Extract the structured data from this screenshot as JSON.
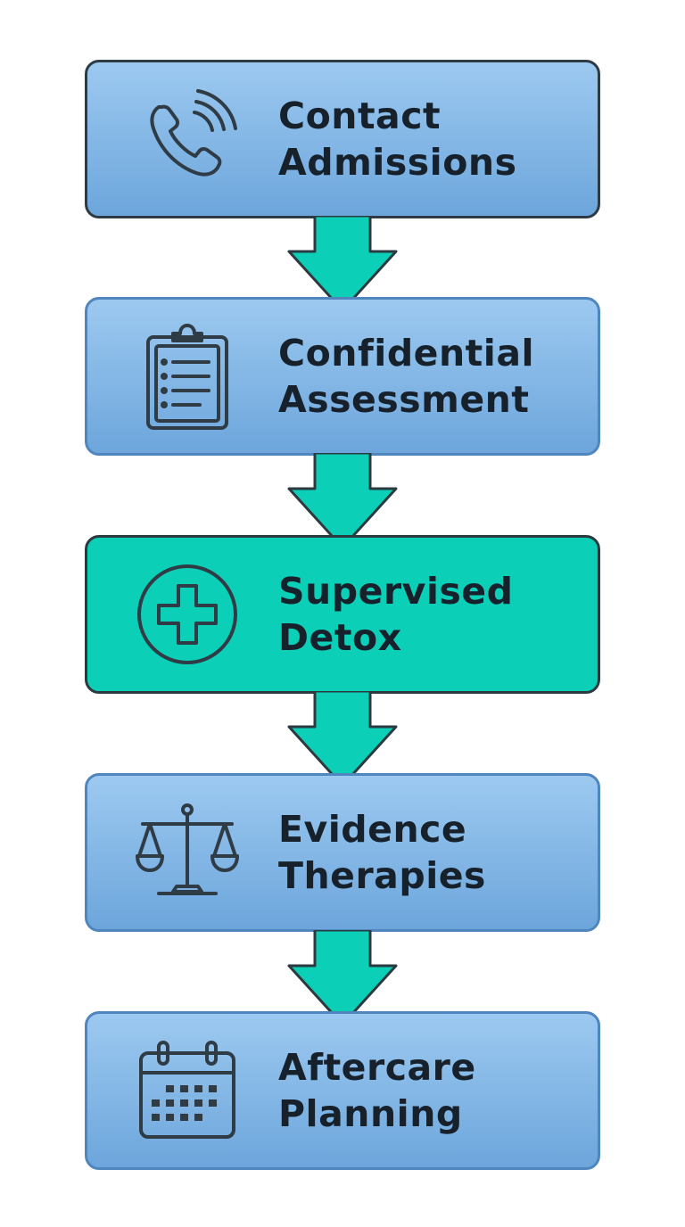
{
  "steps": [
    {
      "line1": "Contact",
      "line2": "Admissions",
      "icon": "phone-icon",
      "style": "blue"
    },
    {
      "line1": "Confidential",
      "line2": "Assessment",
      "icon": "clipboard-icon",
      "style": "blue"
    },
    {
      "line1": "Supervised",
      "line2": "Detox",
      "icon": "medical-cross-icon",
      "style": "teal",
      "highlighted": true
    },
    {
      "line1": "Evidence",
      "line2": "Therapies",
      "icon": "scales-icon",
      "style": "blue"
    },
    {
      "line1": "Aftercare",
      "line2": "Planning",
      "icon": "calendar-icon",
      "style": "blue"
    }
  ],
  "colors": {
    "box_blue_top": "#9cc9f0",
    "box_blue_bottom": "#6da6dc",
    "box_border_blue": "#4f86bd",
    "teal": "#0ccfb8",
    "text": "#16212b",
    "icon_stroke": "#2f3b45"
  }
}
